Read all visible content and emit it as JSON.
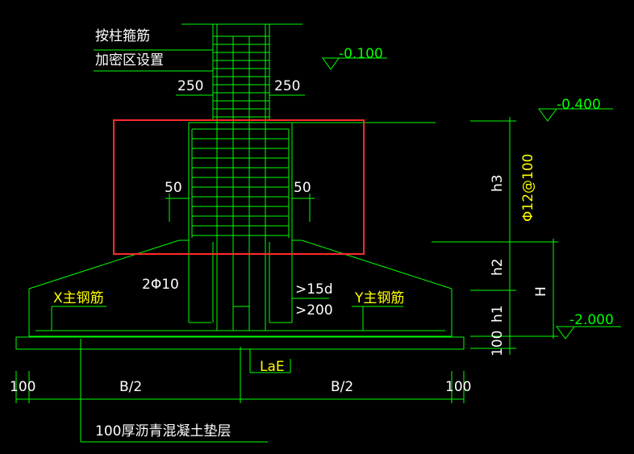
{
  "labels": {
    "column_stirrup_line1": "按柱箍筋",
    "column_stirrup_line2": "加密区设置",
    "elev_top": "-0.100",
    "elev_cap": "-0.400",
    "elev_bottom": "-2.000",
    "dim_250_left": "250",
    "dim_250_right": "250",
    "dim_50_left": "50",
    "dim_50_right": "50",
    "h3": "h3",
    "rebar_spec": "Φ12@100",
    "h2": "h2",
    "H": "H",
    "h1": "h1",
    "dim_100_right": "100",
    "bars_2phi10": "2Φ10",
    "gt15d": ">15d",
    "gt200": ">200",
    "x_main_bar": "X主钢筋",
    "y_main_bar": "Y主钢筋",
    "lae": "LaE",
    "dim_100_left": "100",
    "b_half_left": "B/2",
    "b_half_right": "B/2",
    "dim_100_far_right": "100",
    "cushion_note": "100厚沥青混凝土垫层"
  },
  "colors": {
    "background": "#000000",
    "drawing": "#00ff00",
    "text": "#ffffff",
    "dim_text": "#ffff00",
    "highlight": "#ff2a2a",
    "green_text": "#00ff00"
  }
}
